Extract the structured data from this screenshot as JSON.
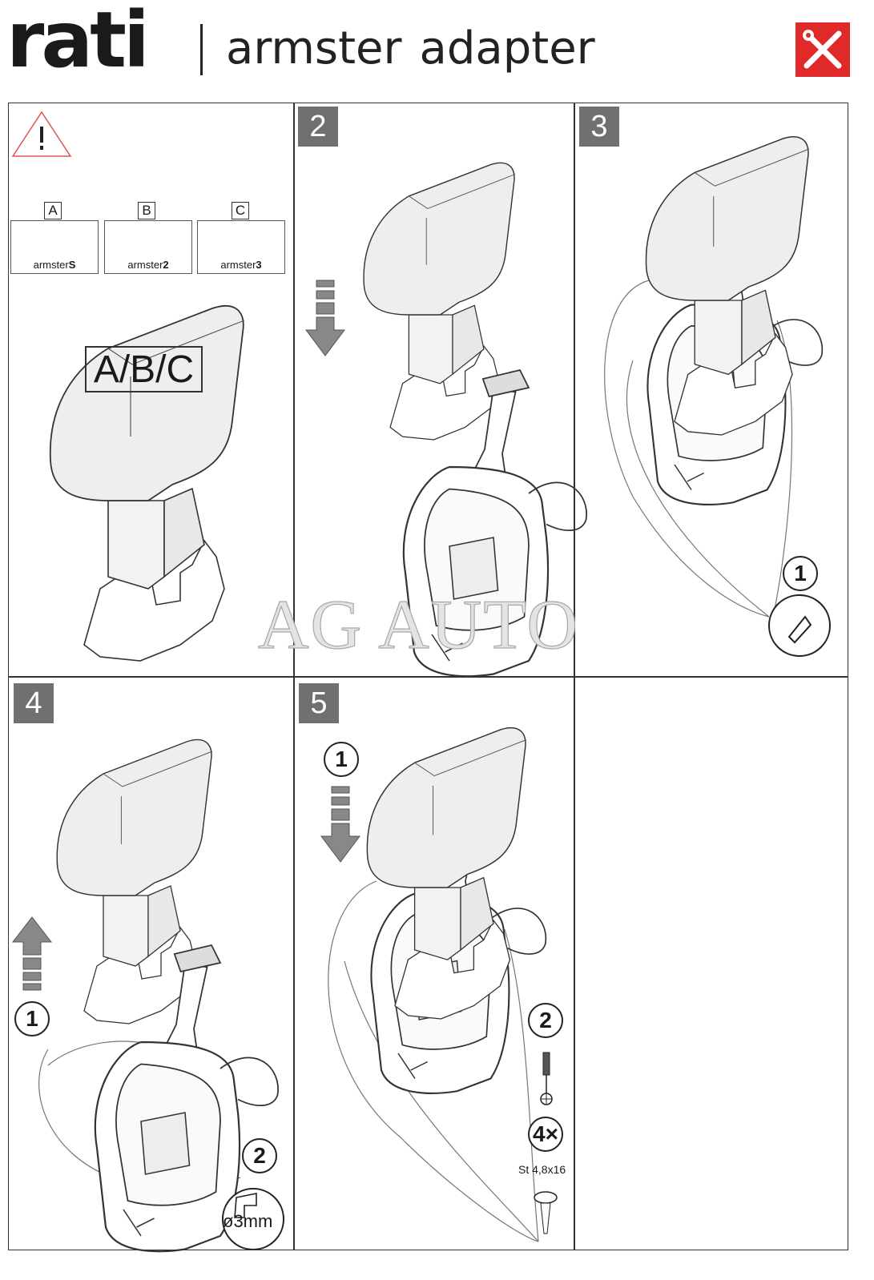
{
  "header": {
    "brand": "rati",
    "product": "armster",
    "product_suffix": "adapter",
    "tools_icon": "wrench-screwdriver-icon",
    "accent_color": "#e02a2a"
  },
  "panel1": {
    "warning_icon": "warning-triangle-icon",
    "models": [
      {
        "letter": "A",
        "name": "armster",
        "variant": "S"
      },
      {
        "letter": "B",
        "name": "armster",
        "variant": "2"
      },
      {
        "letter": "C",
        "name": "armster",
        "variant": "3"
      }
    ],
    "pad_label": "A/B/C"
  },
  "steps": [
    {
      "number": "2"
    },
    {
      "number": "3",
      "callouts": [
        "1"
      ]
    },
    {
      "number": "4",
      "callouts": [
        "1",
        "2"
      ],
      "drill": "ø3mm"
    },
    {
      "number": "5",
      "callouts": [
        "1",
        "2"
      ],
      "quantity": "4×",
      "screw": "St 4,8x16"
    }
  ],
  "watermark": "AG AUTO"
}
